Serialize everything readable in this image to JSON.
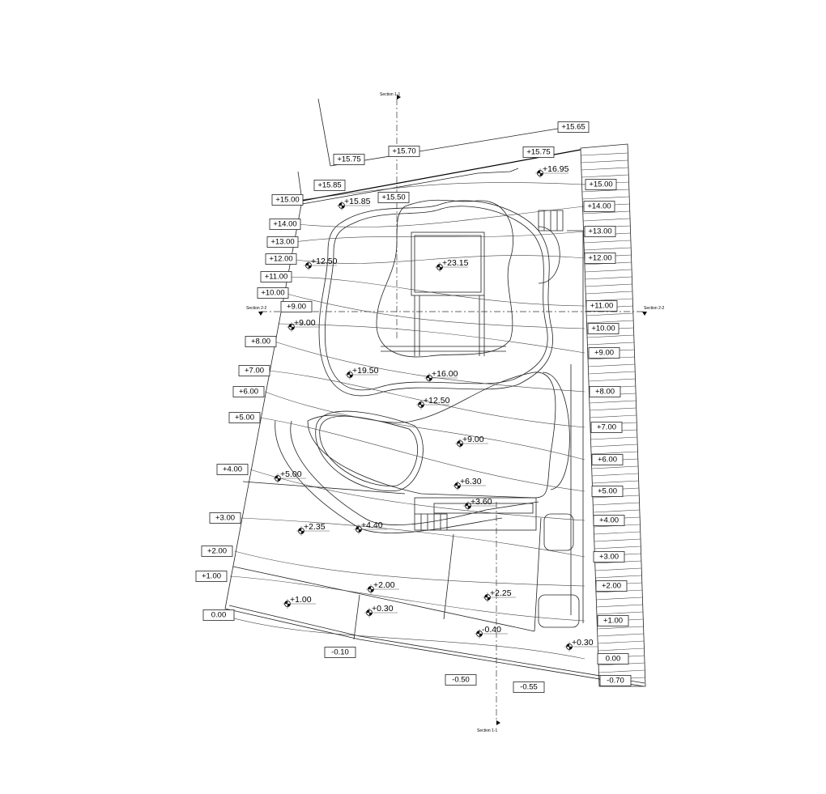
{
  "section_labels": {
    "s11_top": "Section 1-1",
    "s11_bottom": "Section 1-1",
    "s22_left": "Section 2-2",
    "s22_right": "Section 2-2"
  },
  "contour_labels": {
    "top": [
      "+15.65",
      "+15.70",
      "+15.75",
      "+15.75",
      "+15.85",
      "+15.50"
    ],
    "left": [
      "+15.00",
      "+14.00",
      "+13.00",
      "+12.00",
      "+11.00",
      "+10.00",
      "+9.00",
      "+8.00",
      "+7.00",
      "+6.00",
      "+5.00",
      "+4.00",
      "+3.00",
      "+2.00",
      "+1.00",
      "0.00",
      "-0.10"
    ],
    "bottom": [
      "-0.50",
      "-0.55"
    ],
    "right": [
      "+15.00",
      "+14.00",
      "+13.00",
      "+12.00",
      "+11.00",
      "+10.00",
      "+9.00",
      "+8.00",
      "+7.00",
      "+6.00",
      "+5.00",
      "+4.00",
      "+3.00",
      "+2.00",
      "+1.00",
      "0.00",
      "-0.70"
    ]
  },
  "spot_elevations": [
    "+16.95",
    "+15.85",
    "+12.50",
    "+23.15",
    "+9.00",
    "+19.50",
    "+16.00",
    "+12.50",
    "+9.00",
    "+5.00",
    "+6.30",
    "+3.60",
    "+2.35",
    "+4.40",
    "+2.00",
    "+2.25",
    "+1.00",
    "+0.30",
    "-0.40",
    "+0.30"
  ]
}
